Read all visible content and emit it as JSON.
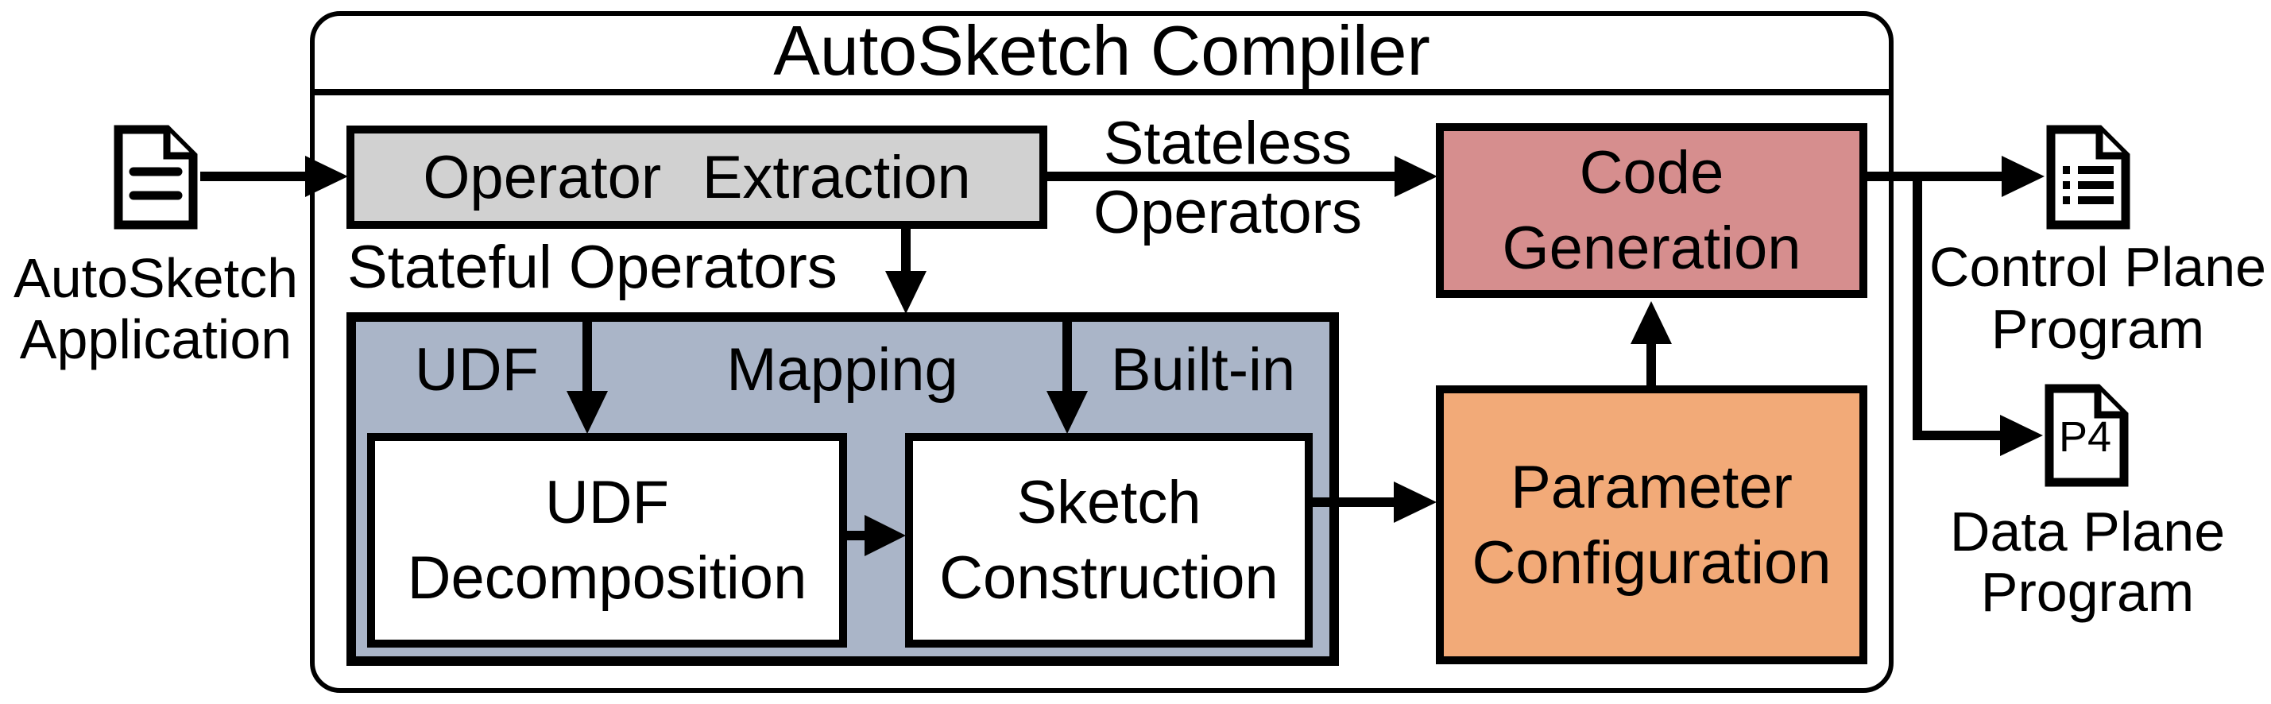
{
  "compiler": {
    "title": "AutoSketch Compiler"
  },
  "input": {
    "icon": "document-icon",
    "label_line1": "AutoSketch",
    "label_line2": "Application"
  },
  "operator_extraction": {
    "label": "Operator Extraction"
  },
  "edges": {
    "stateless_line1": "Stateless",
    "stateless_line2": "Operators",
    "stateful": "Stateful Operators",
    "udf": "UDF",
    "mapping": "Mapping",
    "builtin": "Built-in"
  },
  "udf_decomposition": {
    "line1": "UDF",
    "line2": "Decomposition"
  },
  "sketch_construction": {
    "line1": "Sketch",
    "line2": "Construction"
  },
  "code_generation": {
    "line1": "Code",
    "line2": "Generation"
  },
  "parameter_configuration": {
    "line1": "Parameter",
    "line2": "Configuration"
  },
  "outputs": {
    "control_plane": {
      "icon": "list-document-icon",
      "line1": "Control Plane",
      "line2": "Program"
    },
    "data_plane": {
      "icon": "p4-document-icon",
      "icon_text": "P4",
      "line1": "Data Plane",
      "line2": "Program"
    }
  },
  "colors": {
    "operator_extraction_fill": "#d1d1d1",
    "stateful_group_fill": "#aab5c8",
    "code_generation_fill": "#d68e8e",
    "parameter_configuration_fill": "#f2aa78",
    "document_fill": "#ffffff",
    "outline": "#000000"
  }
}
